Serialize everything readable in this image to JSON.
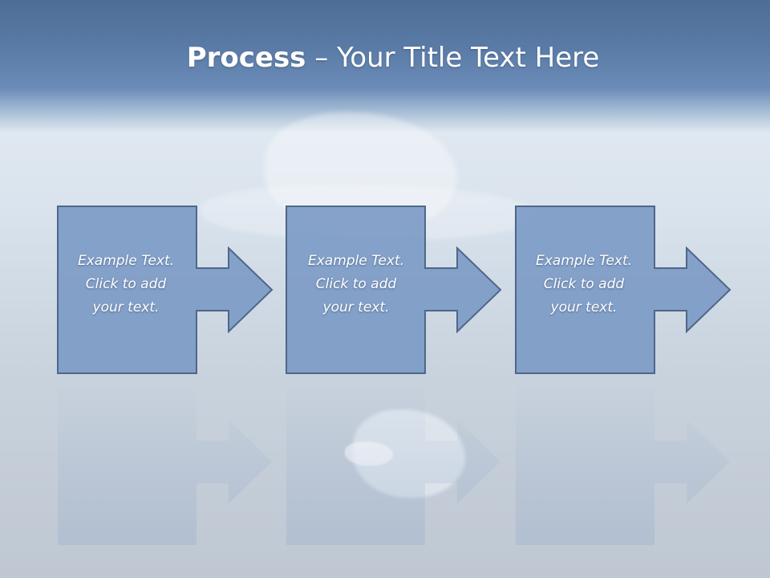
{
  "slide": {
    "title_bold": "Process",
    "title_rest": " – Your Title Text Here"
  },
  "steps": [
    {
      "line1": "Example Text.",
      "line2": "Click  to add",
      "line3": "your text."
    },
    {
      "line1": "Example Text.",
      "line2": "Click  to add",
      "line3": "your text."
    },
    {
      "line1": "Example Text.",
      "line2": "Click  to add",
      "line3": "your text."
    }
  ],
  "colors": {
    "shape_fill": "#7d9bc7",
    "shape_stroke": "#4f6788",
    "title_text": "#ffffff"
  }
}
